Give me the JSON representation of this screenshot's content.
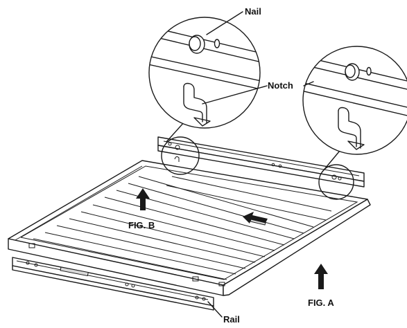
{
  "labels": {
    "nail": "Nail",
    "notch": "Notch",
    "rail": "Rail",
    "fig_a": "FIG. A",
    "fig_b": "FIG. B"
  },
  "colors": {
    "line": "#1a1a1a",
    "background": "#ffffff",
    "shade": "#d8d8d8"
  },
  "icons": {
    "up_arrow": "up-arrow",
    "slide_arrow": "left-arrow"
  }
}
